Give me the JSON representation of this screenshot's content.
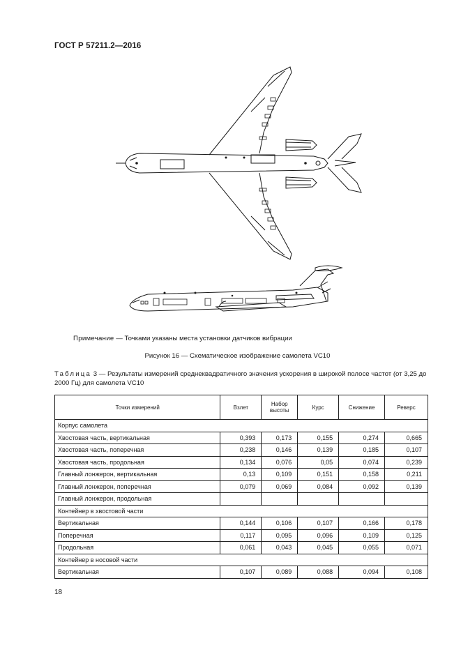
{
  "header": {
    "standard": "ГОСТ Р 57211.2—2016"
  },
  "note": {
    "label": "Примечание",
    "text": "— Точками указаны места установки датчиков вибрации"
  },
  "figure": {
    "caption": "Рисунок 16 — Схематическое изображение самолета VC10"
  },
  "table": {
    "title_word": "Таблица",
    "title_number": "3",
    "title_text": "— Результаты измерений среднеквадратичного значения ускорения в широкой полосе частот (от 3,25 до 2000 Гц) для самолета VC10",
    "columns": [
      "Точки измерений",
      "Взлет",
      "Набор высоты",
      "Курс",
      "Снижение",
      "Реверс"
    ],
    "groups": [
      {
        "name": "Корпус самолета",
        "rows": [
          {
            "label": "Хвостовая часть, вертикальная",
            "values": [
              "0,393",
              "0,173",
              "0,155",
              "0,274",
              "0,665"
            ]
          },
          {
            "label": "Хвостовая часть, поперечная",
            "values": [
              "0,238",
              "0,146",
              "0,139",
              "0,185",
              "0,107"
            ]
          },
          {
            "label": "Хвостовая часть, продольная",
            "values": [
              "0,134",
              "0,076",
              "0,05",
              "0,074",
              "0,239"
            ]
          },
          {
            "label": "Главный лонжерон, вертикальная",
            "values": [
              "0,13",
              "0,109",
              "0,151",
              "0,158",
              "0,211"
            ]
          },
          {
            "label": "Главный лонжерон, поперечная",
            "values": [
              "0,079",
              "0,069",
              "0,084",
              "0,092",
              "0,139"
            ]
          },
          {
            "label": "Главный лонжерон, продольная",
            "values": [
              "",
              "",
              "",
              "",
              ""
            ]
          }
        ]
      },
      {
        "name": "Контейнер в хвостовой части",
        "rows": [
          {
            "label": "Вертикальная",
            "values": [
              "0,144",
              "0,106",
              "0,107",
              "0,166",
              "0,178"
            ]
          },
          {
            "label": "Поперечная",
            "values": [
              "0,117",
              "0,095",
              "0,096",
              "0,109",
              "0,125"
            ]
          },
          {
            "label": "Продольная",
            "values": [
              "0,061",
              "0,043",
              "0,045",
              "0,055",
              "0,071"
            ]
          }
        ]
      },
      {
        "name": "Контейнер в носовой части",
        "rows": [
          {
            "label": "Вертикальная",
            "values": [
              "0,107",
              "0,089",
              "0,088",
              "0,094",
              "0,108"
            ]
          }
        ]
      }
    ]
  },
  "footer": {
    "page_number": "18"
  }
}
